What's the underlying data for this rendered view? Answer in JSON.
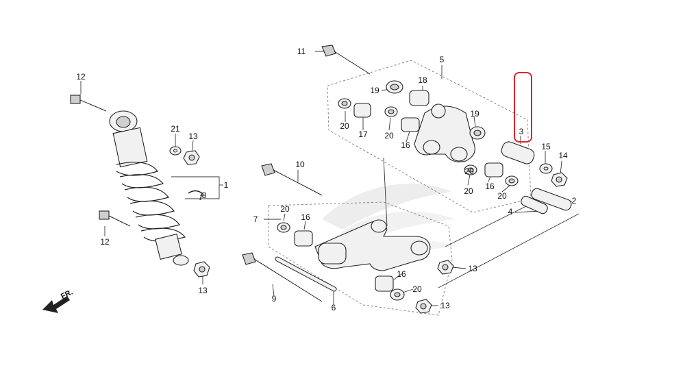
{
  "diagram": {
    "labels": [
      "1",
      "2",
      "3",
      "4",
      "5",
      "6",
      "7",
      "8",
      "9",
      "10",
      "11",
      "12",
      "12",
      "13",
      "13",
      "13",
      "13",
      "14",
      "15",
      "16",
      "16",
      "16",
      "16",
      "17",
      "18",
      "19",
      "19",
      "20",
      "20",
      "20",
      "20",
      "20",
      "20",
      "20",
      "21"
    ],
    "direction": "FR.",
    "colors": {
      "highlight": "#d9252b",
      "line": "#333333",
      "part_fill": "#f1f1f1",
      "watermark": "#e3e3e3"
    },
    "highlighted_part": "3"
  }
}
